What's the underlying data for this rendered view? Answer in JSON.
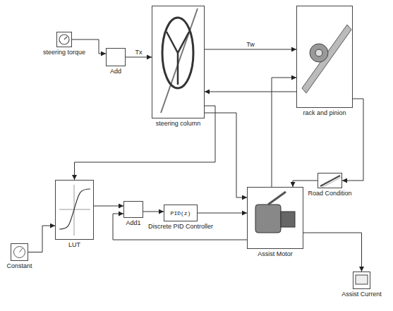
{
  "diagram": {
    "nodes": [
      {
        "text": [
          "steering torque"
        ]
      },
      {
        "text": [
          "Add"
        ]
      },
      {
        "text": [
          "steering column"
        ]
      },
      {
        "text": [
          "rack and pinion"
        ]
      },
      {
        "text": [
          "Constant"
        ]
      },
      {
        "text": [
          "LUT"
        ]
      },
      {
        "text": [
          "Add1"
        ]
      },
      {
        "text": [
          "PID(z)",
          "Discrete PID Controller"
        ]
      },
      {
        "text": [
          "Assist Motor"
        ]
      },
      {
        "text": [
          "Road Condition"
        ]
      },
      {
        "text": [
          "Assist Current"
        ]
      }
    ],
    "edges": [
      {
        "from": 0,
        "to": 1,
        "arrow": "to"
      },
      {
        "from": 1,
        "to": 2,
        "label": "Tx",
        "arrow": "to"
      },
      {
        "from": 2,
        "to": 3,
        "label": "Tw",
        "arrow": "to"
      },
      {
        "from": 3,
        "to": 2,
        "arrow": "to"
      },
      {
        "from": 2,
        "to": 5,
        "arrow": "to"
      },
      {
        "from": 4,
        "to": 5,
        "arrow": "to"
      },
      {
        "from": 5,
        "to": 6,
        "arrow": "to"
      },
      {
        "from": 6,
        "to": 7,
        "arrow": "to"
      },
      {
        "from": 7,
        "to": 8,
        "arrow": "to"
      },
      {
        "from": 8,
        "to": 6,
        "arrow": "to"
      },
      {
        "from": 8,
        "to": 10,
        "arrow": "to"
      },
      {
        "from": 3,
        "to": 9,
        "arrow": "to"
      },
      {
        "from": 9,
        "to": 8,
        "arrow": "to"
      },
      {
        "from": 2,
        "to": 8,
        "arrow": "to"
      },
      {
        "from": 8,
        "to": 3,
        "arrow": "to"
      }
    ]
  }
}
